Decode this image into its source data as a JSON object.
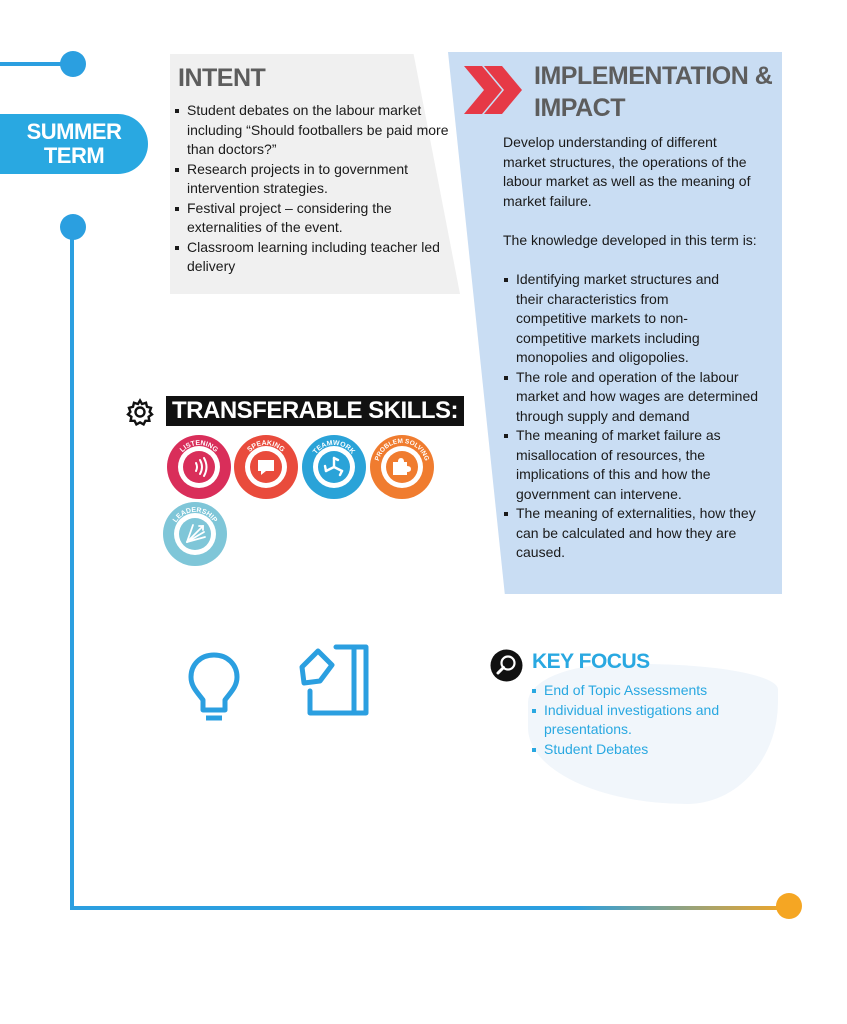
{
  "term": {
    "line1": "SUMMER",
    "line2": "TERM"
  },
  "intent": {
    "heading": "INTENT",
    "items": [
      "Student debates on the labour market including “Should footballers be paid more than doctors?”",
      "Research projects in to government intervention strategies.",
      "Festival project – considering the externalities of the event.",
      "Classroom learning including teacher led delivery"
    ]
  },
  "implementation": {
    "heading_line1": "IMPLEMENTATION &",
    "heading_line2": "IMPACT",
    "intro": "Develop understanding of different market structures, the operations of the labour market as well as the meaning of market failure.",
    "knowledge_lead": "The knowledge developed in this term is:",
    "items": [
      "Identifying market structures and their characteristics from competitive markets to non-competitive markets including monopolies and oligopolies.",
      "The role and operation of the labour market and how wages are determined through supply and demand",
      "The meaning of market failure as misallocation of resources, the implications of this and how the government can intervene.",
      "The meaning of externalities, how they can be calculated and how they are caused."
    ]
  },
  "skills": {
    "title": "TRANSFERABLE SKILLS:",
    "badges": [
      {
        "label": "LISTENING",
        "color": "#d92e5a",
        "icon": "sound-waves-icon"
      },
      {
        "label": "SPEAKING",
        "color": "#e94b3c",
        "icon": "speech-bubble-icon"
      },
      {
        "label": "TEAMWORK",
        "color": "#2aa3d8",
        "icon": "teamwork-icon"
      },
      {
        "label": "PROBLEM SOLVING",
        "color": "#f07c2f",
        "icon": "puzzle-piece-icon"
      },
      {
        "label": "LEADERSHIP",
        "color": "#7fc6d8",
        "icon": "leadership-arrows-icon"
      }
    ]
  },
  "key_focus": {
    "title": "KEY FOCUS",
    "items": [
      "End of Topic Assessments",
      "Individual investigations and presentations.",
      "Student Debates"
    ]
  },
  "colors": {
    "timeline_blue": "#2b9fe0",
    "timeline_orange": "#f5a623",
    "accent_blue": "#29a8e1",
    "chevron_red": "#e63946"
  }
}
